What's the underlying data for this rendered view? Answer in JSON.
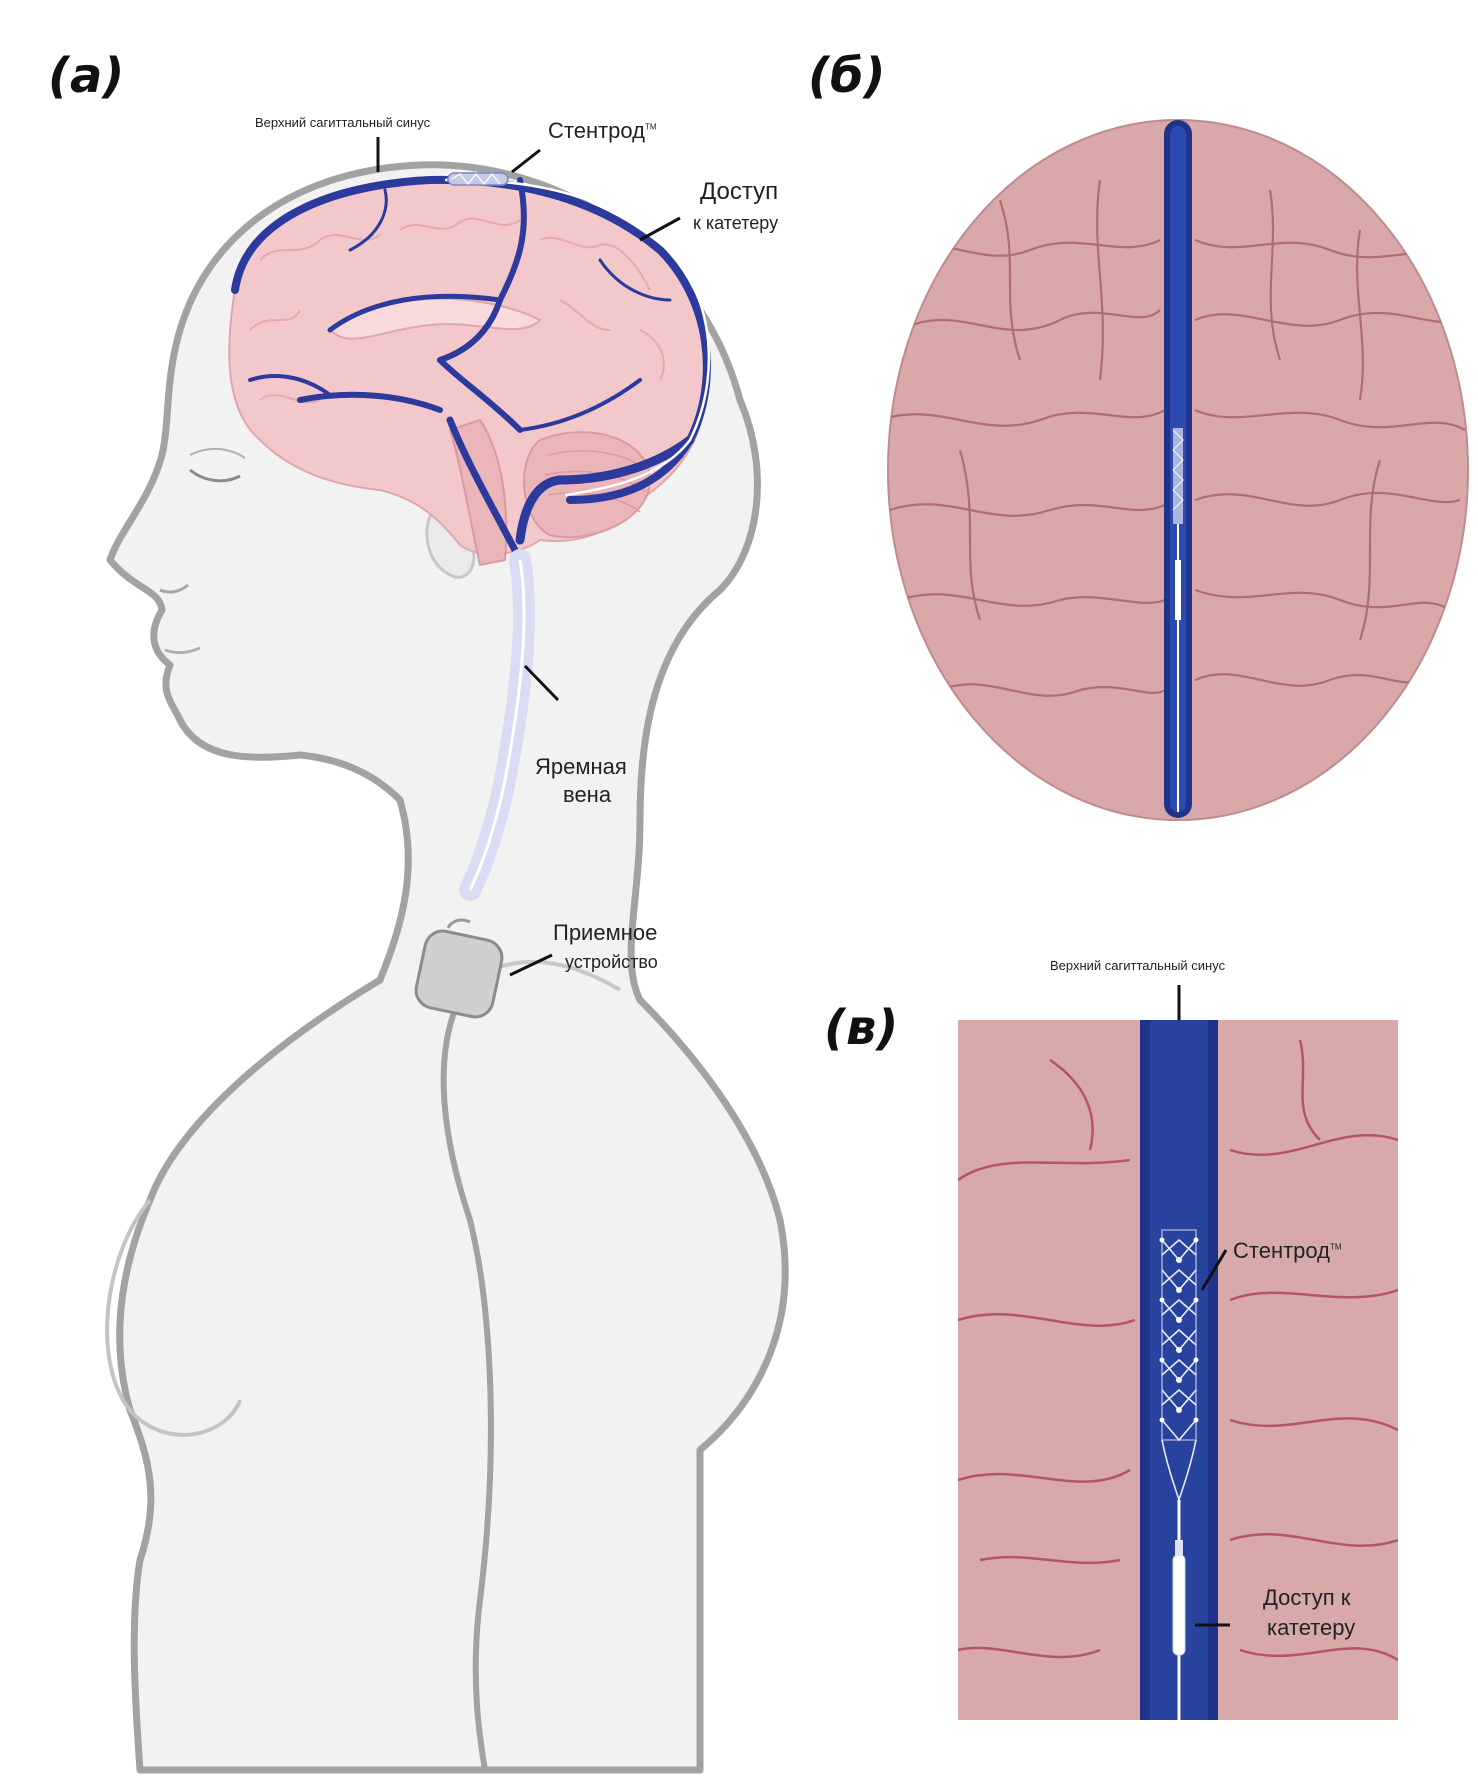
{
  "panels": {
    "a": "(а)",
    "b": "(б)",
    "c": "(в)"
  },
  "labels_a": {
    "sss": "Верхний сагиттальный синус",
    "stentrode": "Стентрод",
    "stentrode_tm": "TM",
    "access_line1": "Доступ",
    "access_line2": "к катетеру",
    "jugular_line1": "Яремная",
    "jugular_line2": "вена",
    "receiver_line1": "Приемное",
    "receiver_line2": "устройство"
  },
  "labels_c": {
    "sss": "Верхний сагиттальный синус",
    "stentrode": "Стентрод",
    "stentrode_tm": "TM",
    "access_line1": "Доступ к",
    "access_line2": "катетеру"
  },
  "colors": {
    "brain": "#d9a9a9",
    "brain_panel_a": "#f2c6c8",
    "vein": "#2b3a9c",
    "sinus": "#1e3389",
    "body_fill": "#f0f0f0",
    "body_outline": "#9a9a9a"
  }
}
